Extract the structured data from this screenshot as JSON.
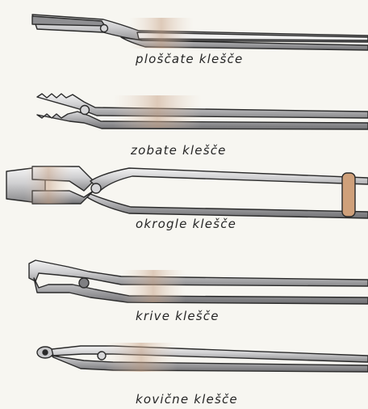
{
  "figure": {
    "items": [
      {
        "label": "ploščate klešče",
        "icon": "flat-tongs-icon"
      },
      {
        "label": "zobate klešče",
        "icon": "toothed-tongs-icon"
      },
      {
        "label": "okrogle klešče",
        "icon": "round-tongs-icon"
      },
      {
        "label": "krive klešče",
        "icon": "curved-tongs-icon"
      },
      {
        "label": "kovične klešče",
        "icon": "rivet-tongs-icon"
      }
    ],
    "colors": {
      "paper": "#f7f6f1",
      "metal_light": "#e9e9ea",
      "metal_mid": "#bdbdbf",
      "metal_dark": "#5b5b5d",
      "outline": "#2a2a2a",
      "rust_tint": "#c9a58a"
    }
  }
}
